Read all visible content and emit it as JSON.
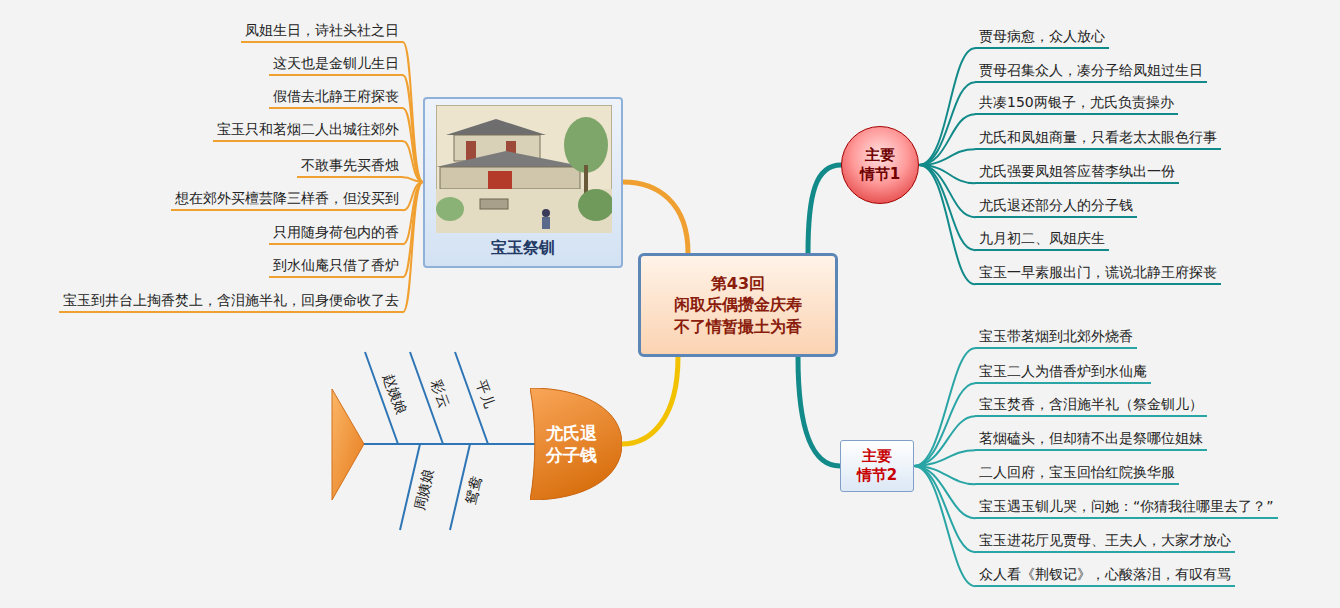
{
  "diagram": {
    "nodes": [
      {
        "text": [
          "第43回",
          "闲取乐偶攒金庆寿 不了情暂撮土为香"
        ]
      },
      {
        "text": [
          "宝玉祭钏"
        ]
      },
      {
        "text": [
          "凤姐生日，诗社头社之日"
        ]
      },
      {
        "text": [
          "这天也是金钏儿生日"
        ]
      },
      {
        "text": [
          "假借去北静王府探丧"
        ]
      },
      {
        "text": [
          "宝玉只和茗烟二人出城往郊外"
        ]
      },
      {
        "text": [
          "不敢事先买香烛"
        ]
      },
      {
        "text": [
          "想在郊外买檀芸降三样香，但没买到"
        ]
      },
      {
        "text": [
          "只用随身荷包内的香"
        ]
      },
      {
        "text": [
          "到水仙庵只借了香炉"
        ]
      },
      {
        "text": [
          "宝玉到井台上掏香焚上，含泪施半礼，回身便命收了去"
        ]
      },
      {
        "text": [
          "尤氏退 分子钱"
        ]
      },
      {
        "text": [
          "主要 情节1"
        ]
      },
      {
        "text": [
          "贾母病愈，众人放心"
        ]
      },
      {
        "text": [
          "贾母召集众人，凑分子给凤姐过生日"
        ]
      },
      {
        "text": [
          "共凑150两银子，尤氏负责操办"
        ]
      },
      {
        "text": [
          "尤氏和凤姐商量，只看老太太眼色行事"
        ]
      },
      {
        "text": [
          "尤氏强要凤姐答应替李纨出一份"
        ]
      },
      {
        "text": [
          "尤氏退还部分人的分子钱"
        ]
      },
      {
        "text": [
          "九月初二、凤姐庆生"
        ]
      },
      {
        "text": [
          "宝玉一早素服出门，谎说北静王府探丧"
        ]
      },
      {
        "text": [
          "主要 情节2"
        ]
      },
      {
        "text": [
          "宝玉带茗烟到北郊外烧香"
        ]
      },
      {
        "text": [
          "宝玉二人为借香炉到水仙庵"
        ]
      },
      {
        "text": [
          "宝玉焚香，含泪施半礼（祭金钏儿）"
        ]
      },
      {
        "text": [
          "茗烟磕头，但却猜不出是祭哪位姐妹"
        ]
      },
      {
        "text": [
          "二人回府，宝玉回怡红院换华服"
        ]
      },
      {
        "text": [
          "宝玉遇玉钏儿哭，问她：“你猜我往哪里去了？”"
        ]
      },
      {
        "text": [
          "宝玉进花厅见贾母、王夫人，大家才放心"
        ]
      },
      {
        "text": [
          "众人看《荆钗记》，心酸落泪，有叹有骂"
        ]
      }
    ],
    "edges": [
      {
        "from": 0,
        "to": 1,
        "arrow": "none"
      },
      {
        "from": 0,
        "to": 11,
        "arrow": "none"
      },
      {
        "from": 0,
        "to": 12,
        "arrow": "none"
      },
      {
        "from": 0,
        "to": 21,
        "arrow": "none"
      },
      {
        "from": 1,
        "to": 2,
        "arrow": "none"
      },
      {
        "from": 1,
        "to": 3,
        "arrow": "none"
      },
      {
        "from": 1,
        "to": 4,
        "arrow": "none"
      },
      {
        "from": 1,
        "to": 5,
        "arrow": "none"
      },
      {
        "from": 1,
        "to": 6,
        "arrow": "none"
      },
      {
        "from": 1,
        "to": 7,
        "arrow": "none"
      },
      {
        "from": 1,
        "to": 8,
        "arrow": "none"
      },
      {
        "from": 1,
        "to": 9,
        "arrow": "none"
      },
      {
        "from": 1,
        "to": 10,
        "arrow": "none"
      },
      {
        "from": 12,
        "to": 13,
        "arrow": "none"
      },
      {
        "from": 12,
        "to": 14,
        "arrow": "none"
      },
      {
        "from": 12,
        "to": 15,
        "arrow": "none"
      },
      {
        "from": 12,
        "to": 16,
        "arrow": "none"
      },
      {
        "from": 12,
        "to": 17,
        "arrow": "none"
      },
      {
        "from": 12,
        "to": 18,
        "arrow": "none"
      },
      {
        "from": 12,
        "to": 19,
        "arrow": "none"
      },
      {
        "from": 12,
        "to": 20,
        "arrow": "none"
      },
      {
        "from": 21,
        "to": 22,
        "arrow": "none"
      },
      {
        "from": 21,
        "to": 23,
        "arrow": "none"
      },
      {
        "from": 21,
        "to": 24,
        "arrow": "none"
      },
      {
        "from": 21,
        "to": 25,
        "arrow": "none"
      },
      {
        "from": 21,
        "to": 26,
        "arrow": "none"
      },
      {
        "from": 21,
        "to": 27,
        "arrow": "none"
      },
      {
        "from": 21,
        "to": 28,
        "arrow": "none"
      },
      {
        "from": 21,
        "to": 29,
        "arrow": "none"
      }
    ],
    "labels": [
      "赵姨娘",
      "彩云",
      "平儿",
      "周姨娘",
      "鸳鸯"
    ]
  }
}
